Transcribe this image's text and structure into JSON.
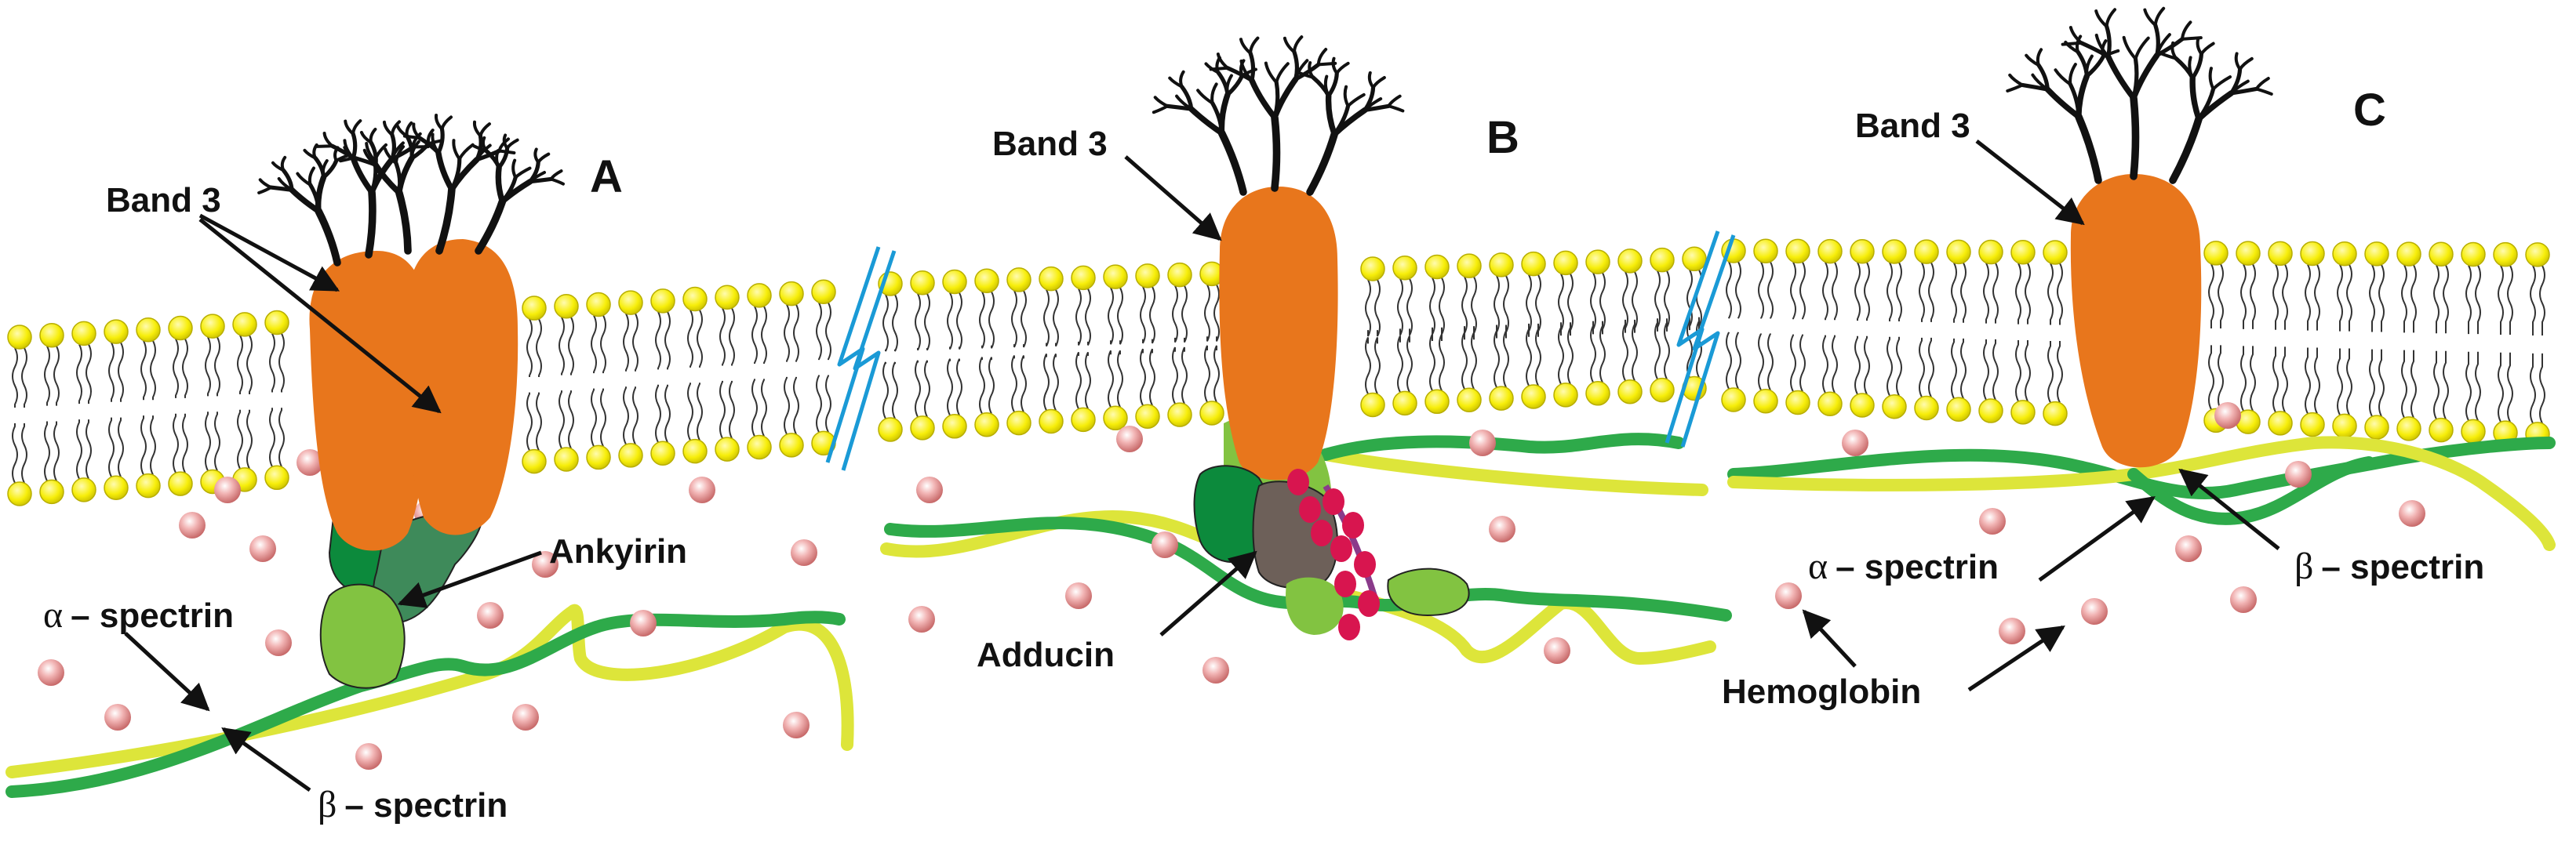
{
  "panels": [
    {
      "letter": "A",
      "labels": {
        "band3": "Band 3",
        "ankyrin": "Ankyirin",
        "alpha_greek": "α",
        "alpha_text": "– spectrin",
        "beta_greek": "β",
        "beta_text": "– spectrin"
      }
    },
    {
      "letter": "B",
      "labels": {
        "band3": "Band 3",
        "adducin": "Adducin"
      }
    },
    {
      "letter": "C",
      "labels": {
        "band3": "Band 3",
        "alpha_greek": "α",
        "alpha_text": "– spectrin",
        "beta_greek": "β",
        "beta_text": "– spectrin",
        "hemoglobin": "Hemoglobin"
      }
    }
  ],
  "colors": {
    "band3": "#e8761c",
    "lipid_head": "#f7ee0a",
    "lipid_tail": "#333333",
    "alpha_spectrin": "#2eaa4a",
    "beta_spectrin": "#dde53a",
    "hemoglobin": "#e79a9a",
    "ankyrin_dark": "#0c8a3c",
    "ankyrin_mid": "#3e8a5a",
    "ankyrin_light": "#82c341",
    "adducin": "#6d6059",
    "protein_41": "#d8154f",
    "break_symbol": "#1a9ad6",
    "glycan": "#111111"
  }
}
